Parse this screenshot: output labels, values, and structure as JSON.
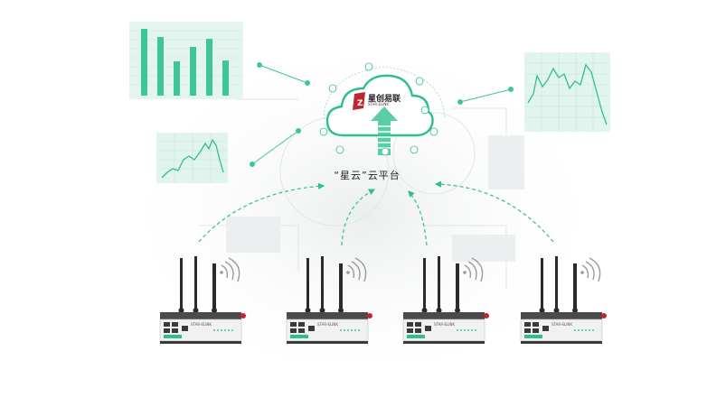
{
  "platform": {
    "label": "“星云”云平台",
    "brand_name": "星创易联",
    "brand_sub": "STAR-ELINK"
  },
  "colors": {
    "accent": "#2fbf8e",
    "panel": "#dff3ec",
    "device_body": "#3a3a3a",
    "device_face": "#f2f2f2"
  },
  "icons": {
    "cloud": "cloud-icon",
    "upload": "upload-arrow-icon",
    "signal": "wifi-signal-icon",
    "logo": "star-elink-logo"
  },
  "devices": [
    {
      "id": "router-1"
    },
    {
      "id": "router-2"
    },
    {
      "id": "router-3"
    },
    {
      "id": "router-4"
    }
  ]
}
